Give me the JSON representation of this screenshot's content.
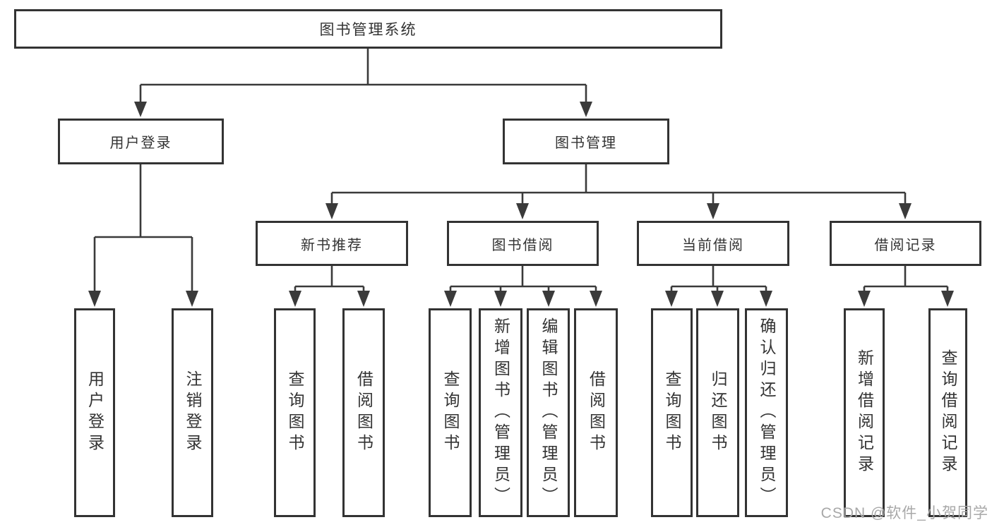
{
  "diagram_title": "图书管理系统",
  "colors": {
    "line": "#3a3a3a",
    "border": "#333333",
    "box_bg": "#ffffff",
    "text": "#333333",
    "watermark": "#a8a8a8",
    "background": "#ffffff"
  },
  "tree": {
    "root": {
      "label": "图书管理系统"
    },
    "level2": [
      {
        "label": "用户登录",
        "children": [
          {
            "label": "用户登录"
          },
          {
            "label": "注销登录"
          }
        ]
      },
      {
        "label": "图书管理",
        "children": [
          {
            "label": "新书推荐",
            "children": [
              {
                "label": "查询图书"
              },
              {
                "label": "借阅图书"
              }
            ]
          },
          {
            "label": "图书借阅",
            "children": [
              {
                "label": "查询图书"
              },
              {
                "label": "新增图书（管理员）"
              },
              {
                "label": "编辑图书（管理员）"
              },
              {
                "label": "借阅图书"
              }
            ]
          },
          {
            "label": "当前借阅",
            "children": [
              {
                "label": "查询图书"
              },
              {
                "label": "归还图书"
              },
              {
                "label": "确认归还（管理员）"
              }
            ]
          },
          {
            "label": "借阅记录",
            "children": [
              {
                "label": "新增借阅记录"
              },
              {
                "label": "查询借阅记录"
              }
            ]
          }
        ]
      }
    ]
  },
  "watermark": {
    "text": "CSDN @软件_小贺同学"
  }
}
